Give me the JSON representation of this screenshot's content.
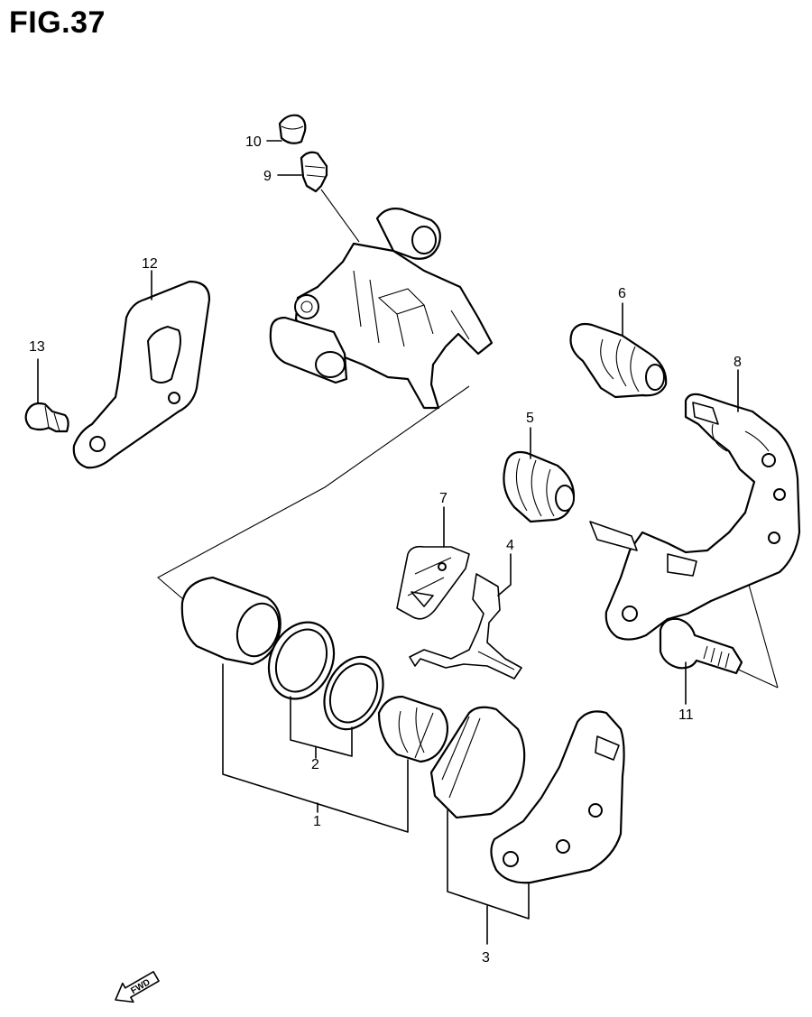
{
  "figure": {
    "title": "FIG.37"
  },
  "callouts": [
    {
      "id": "1",
      "label": "1"
    },
    {
      "id": "2",
      "label": "2"
    },
    {
      "id": "3",
      "label": "3"
    },
    {
      "id": "4",
      "label": "4"
    },
    {
      "id": "5",
      "label": "5"
    },
    {
      "id": "6",
      "label": "6"
    },
    {
      "id": "7",
      "label": "7"
    },
    {
      "id": "8",
      "label": "8"
    },
    {
      "id": "9",
      "label": "9"
    },
    {
      "id": "10",
      "label": "10"
    },
    {
      "id": "11",
      "label": "11"
    },
    {
      "id": "12",
      "label": "12"
    },
    {
      "id": "13",
      "label": "13"
    }
  ],
  "direction_arrow": {
    "label": "FWD",
    "icon": "forward-arrow-icon"
  }
}
